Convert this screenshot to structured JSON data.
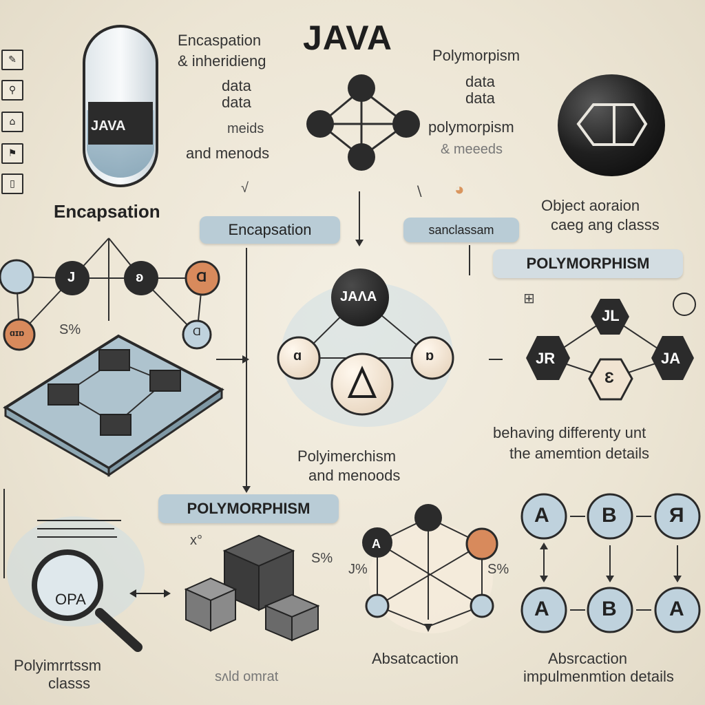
{
  "title": "JAVA",
  "sidebar": {
    "icons": [
      "pencil-icon",
      "search-icon",
      "home-icon",
      "flag-icon",
      "bar-icon"
    ]
  },
  "top_left": {
    "capsule_label": "JAVA",
    "caption_lines": [
      "Encaspation",
      "& inheridieng",
      "data",
      "data",
      "meids",
      "and menods"
    ]
  },
  "top_right": {
    "caption_lines": [
      "Polymorpism",
      "data",
      "data",
      "polymorpism",
      "& meeeds"
    ],
    "object_lines": [
      "Object aoraion",
      "caeg ang classs"
    ]
  },
  "sections": {
    "encapsulation_heading": "Encapsation",
    "encapsulation_pill": "Encapsation",
    "class_pill": "sanclassam",
    "polymorphism_pill_right": "POLYMORPHISM",
    "polymorphism_pill_bottom": "POLYMORPHISM"
  },
  "left_graph": {
    "nodes": [
      "J",
      "ʚ",
      "Ɑ",
      "ɑɪɒ",
      "Ɑ"
    ],
    "label": "S%"
  },
  "center_graph": {
    "top_node": "JAΛA",
    "left_node": "ɑ",
    "right_node": "ɒ",
    "caption_lines": [
      "Polyimerchism",
      "and menoods"
    ]
  },
  "right_graph": {
    "top_node": "JL",
    "left_node": "JR",
    "right_node": "JA",
    "bottom_node": "Ɛ",
    "caption_lines": [
      "behaving differenty unt",
      "the amemtion details"
    ]
  },
  "bottom_left": {
    "magnifier_label": "OPA",
    "caption_lines": [
      "Polyimrrtssm",
      "classs"
    ]
  },
  "bottom_center": {
    "marks": [
      "x°",
      "S%"
    ],
    "faint_caption": "sʌld omrat"
  },
  "bottom_abstraction": {
    "marks": [
      "J%",
      "S%"
    ],
    "caption": "Absatcaction"
  },
  "bottom_right": {
    "top_row": [
      "A",
      "B",
      "Я"
    ],
    "bottom_row": [
      "A",
      "B",
      "A"
    ],
    "caption_lines": [
      "Absrcaction",
      "impulmenmtion details"
    ]
  },
  "colors": {
    "accent_blue": "#b9ccd6",
    "dark_node": "#2b2b2b",
    "orange_node": "#d88a5c",
    "background": "#efe9db"
  }
}
